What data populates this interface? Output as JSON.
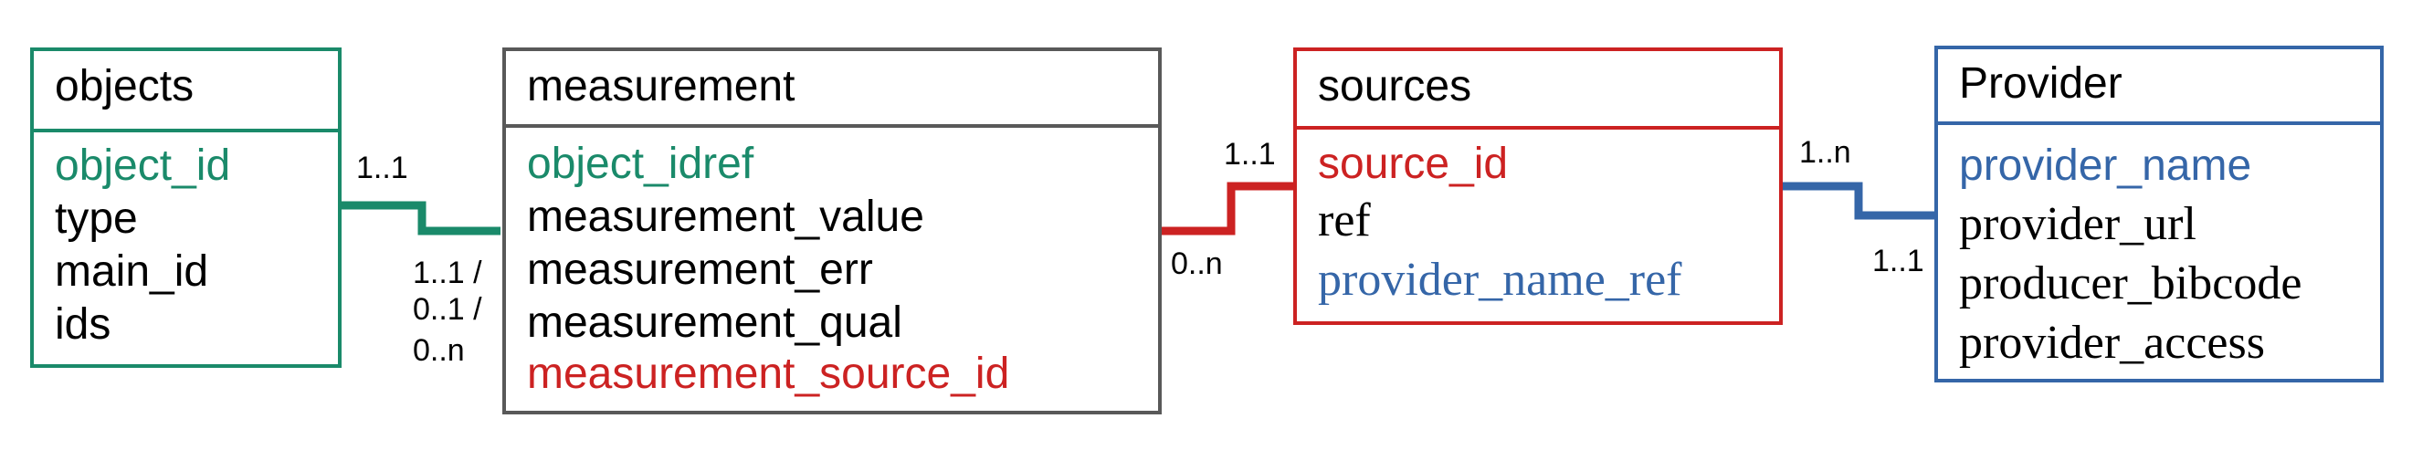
{
  "colors": {
    "green": "#1a8a6a",
    "gray": "#595959",
    "red": "#cc2222",
    "blue": "#3566a8",
    "text": "#000000"
  },
  "tables": {
    "objects": {
      "title": "objects",
      "fields": [
        "object_id",
        "type",
        "main_id",
        "ids"
      ]
    },
    "measurement": {
      "title": "measurement",
      "fields": [
        "object_idref",
        "measurement_value",
        "measurement_err",
        "measurement_qual",
        "measurement_source_id"
      ]
    },
    "sources": {
      "title": "sources",
      "fields": [
        "source_id",
        "ref",
        "provider_name_ref"
      ]
    },
    "provider": {
      "title": "Provider",
      "fields": [
        "provider_name",
        "provider_url",
        "producer_bibcode",
        "provider_access"
      ]
    }
  },
  "relations": {
    "objects_measurement": {
      "left": "1..1",
      "right_lines": [
        "1..1 /",
        "0..1 /",
        "0..n"
      ]
    },
    "measurement_sources": {
      "left": "0..n",
      "right": "1..1"
    },
    "sources_provider": {
      "left": "1..n",
      "right": "1..1"
    }
  }
}
